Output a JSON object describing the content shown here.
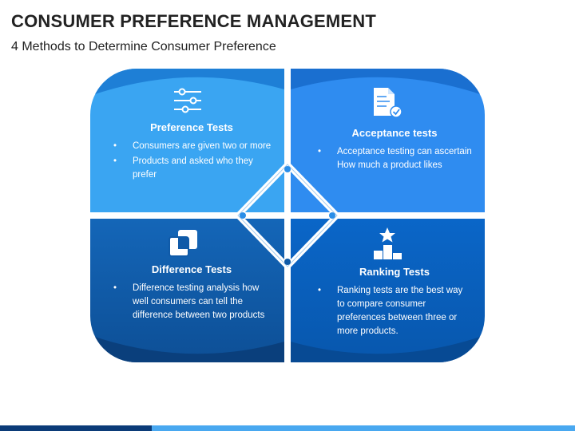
{
  "header": {
    "title": "CONSUMER PREFERENCE MANAGEMENT",
    "subtitle": "4 Methods to Determine Consumer Preference"
  },
  "colors": {
    "top_left": "#3aa5f2",
    "top_right": "#2f8cf0",
    "bottom_left": "#0f5aa8",
    "bottom_right": "#0a62c4",
    "bar_dark": "#0b3b78",
    "bar_light": "#49a8f0"
  },
  "quadrants": [
    {
      "title": "Preference Tests",
      "icon": "sliders-icon",
      "bullets": [
        "Consumers are given two or more",
        "Products and asked who they prefer"
      ]
    },
    {
      "title": "Acceptance tests",
      "icon": "document-check-icon",
      "bullets": [
        "Acceptance testing can ascertain  How much a product likes"
      ]
    },
    {
      "title": "Difference Tests",
      "icon": "overlap-squares-icon",
      "bullets": [
        "Difference testing analysis how well consumers can tell the difference between two products"
      ]
    },
    {
      "title": "Ranking Tests",
      "icon": "podium-star-icon",
      "bullets": [
        "Ranking tests are the best way to compare consumer preferences between three or more products."
      ]
    }
  ]
}
